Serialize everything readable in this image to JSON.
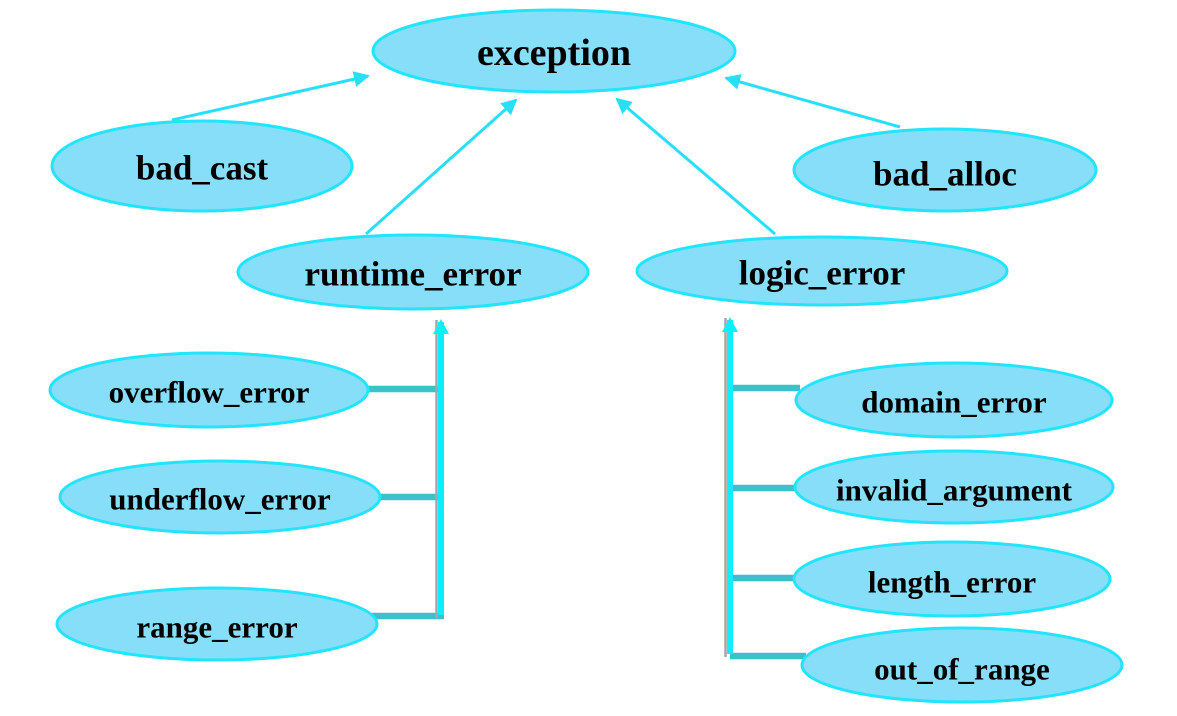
{
  "diagram": {
    "type": "class-hierarchy",
    "root_label": "exception"
  },
  "colors": {
    "node_fill": "#87DEF8",
    "node_stroke": "#22E4FC",
    "arrow": "#29DFF7",
    "trunk_arrow": "#0CEFFF",
    "connector": "#3CC0C9",
    "shadow": "#A6A6A6",
    "text": "#000000",
    "background": "#FFFFFF"
  },
  "nodes": {
    "exception": {
      "label": "exception"
    },
    "bad_cast": {
      "label": "bad_cast"
    },
    "bad_alloc": {
      "label": "bad_alloc"
    },
    "runtime_error": {
      "label": "runtime_error"
    },
    "logic_error": {
      "label": "logic_error"
    },
    "overflow_error": {
      "label": "overflow_error"
    },
    "underflow_error": {
      "label": "underflow_error"
    },
    "range_error": {
      "label": "range_error"
    },
    "domain_error": {
      "label": "domain_error"
    },
    "invalid_argument": {
      "label": "invalid_argument"
    },
    "length_error": {
      "label": "length_error"
    },
    "out_of_range": {
      "label": "out_of_range"
    }
  },
  "hierarchy": {
    "exception": [
      "bad_cast",
      "bad_alloc",
      "runtime_error",
      "logic_error"
    ],
    "runtime_error": [
      "overflow_error",
      "underflow_error",
      "range_error"
    ],
    "logic_error": [
      "domain_error",
      "invalid_argument",
      "length_error",
      "out_of_range"
    ]
  }
}
